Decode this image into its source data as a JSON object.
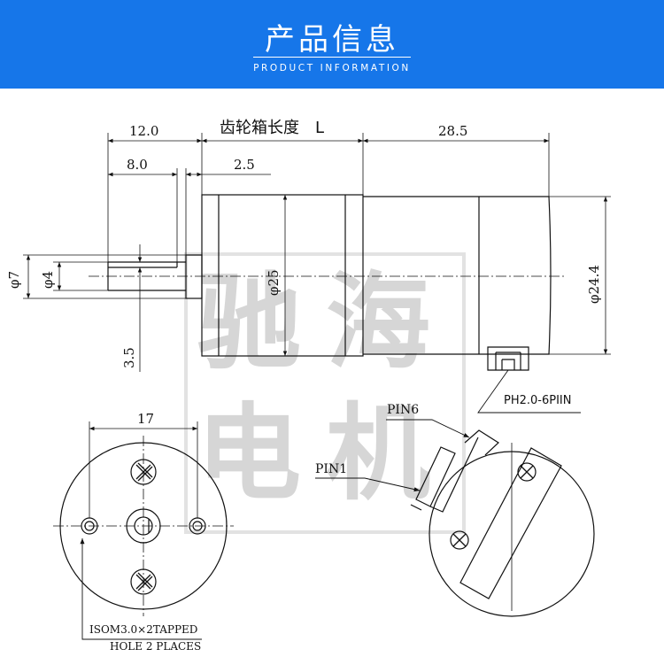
{
  "header": {
    "title": "产品信息",
    "subtitle": "PRODUCT INFORMATION",
    "background": "#1676e9"
  },
  "watermark": {
    "chars": [
      "驰",
      "海",
      "电",
      "机"
    ]
  },
  "side_view": {
    "dims": {
      "shaft_length": "12.0",
      "gearbox_length": "齿轮箱长度　L",
      "motor_length": "28.5",
      "flat_length": "8.0",
      "boss_length": "2.5",
      "shaft_diameter": "φ4",
      "boss_diameter": "φ7",
      "flat_depth": "3.5",
      "gearbox_diameter": "φ25",
      "motor_diameter": "φ24.4"
    },
    "connector_label": "PH2.0-6PIIN"
  },
  "front_view": {
    "hole_spacing": "17",
    "note_line1": "ISOM3.0×2TAPPED",
    "note_line2": "HOLE 2 PLACES"
  },
  "rear_view": {
    "pin6_label": "PIN6",
    "pin1_label": "PIN1"
  }
}
